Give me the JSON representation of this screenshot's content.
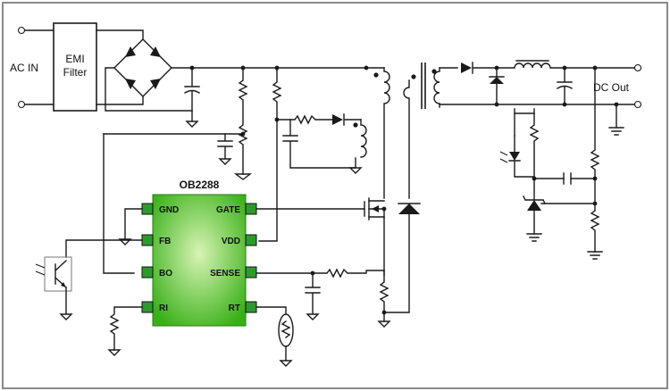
{
  "labels": {
    "ac_in": "AC IN",
    "emi_line1": "EMI",
    "emi_line2": "Filter",
    "dc_out": "DC Out",
    "chip_name": "OB2288"
  },
  "chip_pins": {
    "gnd": "GND",
    "fb": "FB",
    "bo": "BO",
    "ri": "RI",
    "gate": "GATE",
    "vdd": "VDD",
    "sense": "SENSE",
    "rt": "RT"
  },
  "colors": {
    "chip_fill_center": "#d8f4b4",
    "chip_fill_edge": "#38b018",
    "pin_fill": "#2e9a2e",
    "frame": "#8a8a8a"
  }
}
